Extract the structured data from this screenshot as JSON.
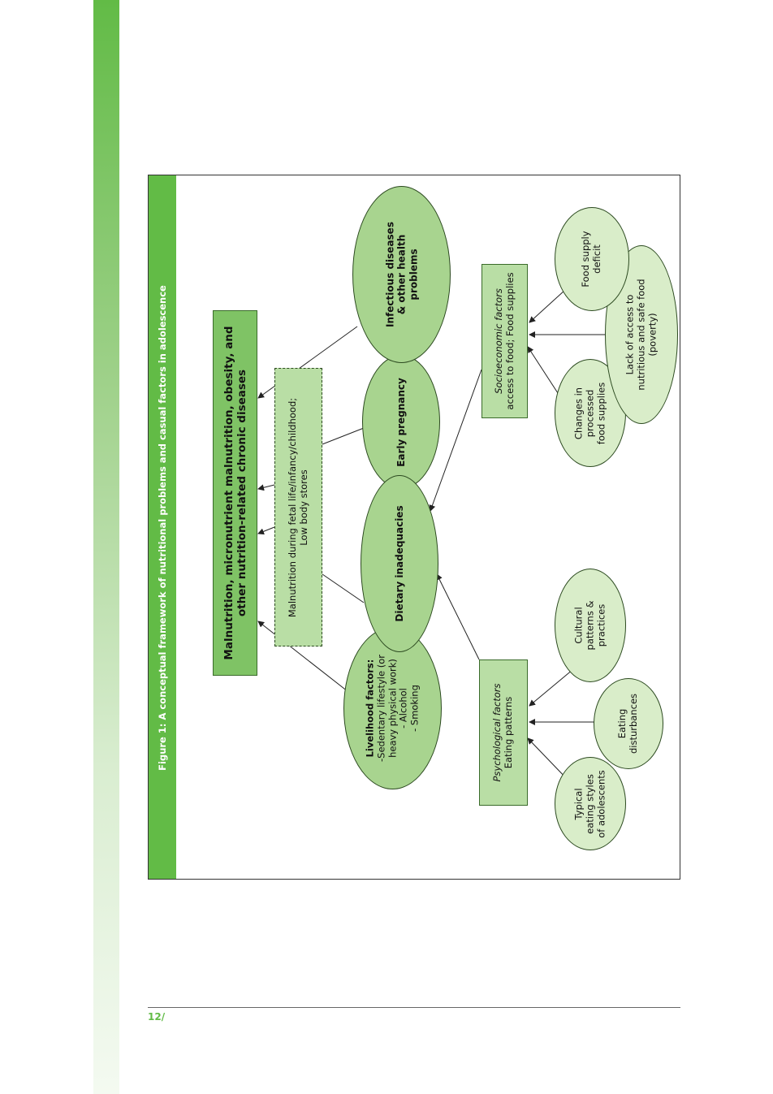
{
  "figure": {
    "title": "Figure 1: A conceptual framework of nutritional problems and casual factors in adolescence"
  },
  "nodes": {
    "outcome": {
      "lines": [
        "Malnutrition, micronutrient malnutrition, obesity, and",
        "other nutrition-related chronic diseases"
      ]
    },
    "fetal_malnutrition": {
      "lines": [
        "Malnutrition during fetal life/infancy/childhood;",
        "Low body stores"
      ]
    },
    "livelihood": {
      "heading": "Livelihood factors:",
      "lines": [
        "-Sedentary lifestyle (or",
        "heavy physical work)",
        "- Alcohol",
        "- Smoking"
      ]
    },
    "dietary": {
      "lines": [
        "Dietary inadequacies"
      ]
    },
    "pregnancy": {
      "lines": [
        "Early pregnancy"
      ]
    },
    "infectious": {
      "lines": [
        "Infectious diseases",
        "& other health",
        "problems"
      ]
    },
    "psychological": {
      "heading": "Psychological factors",
      "lines": [
        "Eating patterns"
      ]
    },
    "socioeconomic": {
      "heading": "Socioeconomic factors",
      "lines": [
        "access to food; Food supplies"
      ]
    },
    "typical_eating": {
      "lines": [
        "Typical",
        "eating styles",
        "of adolescents"
      ]
    },
    "eating_disturbances": {
      "lines": [
        "Eating",
        "disturbances"
      ]
    },
    "cultural": {
      "lines": [
        "Cultural",
        "patterns &",
        "practices"
      ]
    },
    "changes_processed": {
      "lines": [
        "Changes in",
        "processed",
        "food supplies"
      ]
    },
    "lack_access": {
      "lines": [
        "Lack of access to",
        "nutritious and safe food",
        "(poverty)"
      ]
    },
    "food_supply_deficit": {
      "lines": [
        "Food supply",
        "deficit"
      ]
    }
  },
  "footer": {
    "page_number": "12/"
  },
  "colors": {
    "brand_green": "#62bb46",
    "outcome_box": "#7fc365",
    "node_green": "#a8d48f",
    "box_light": "#b9dea5",
    "ellipse_light": "#d9edc9"
  }
}
